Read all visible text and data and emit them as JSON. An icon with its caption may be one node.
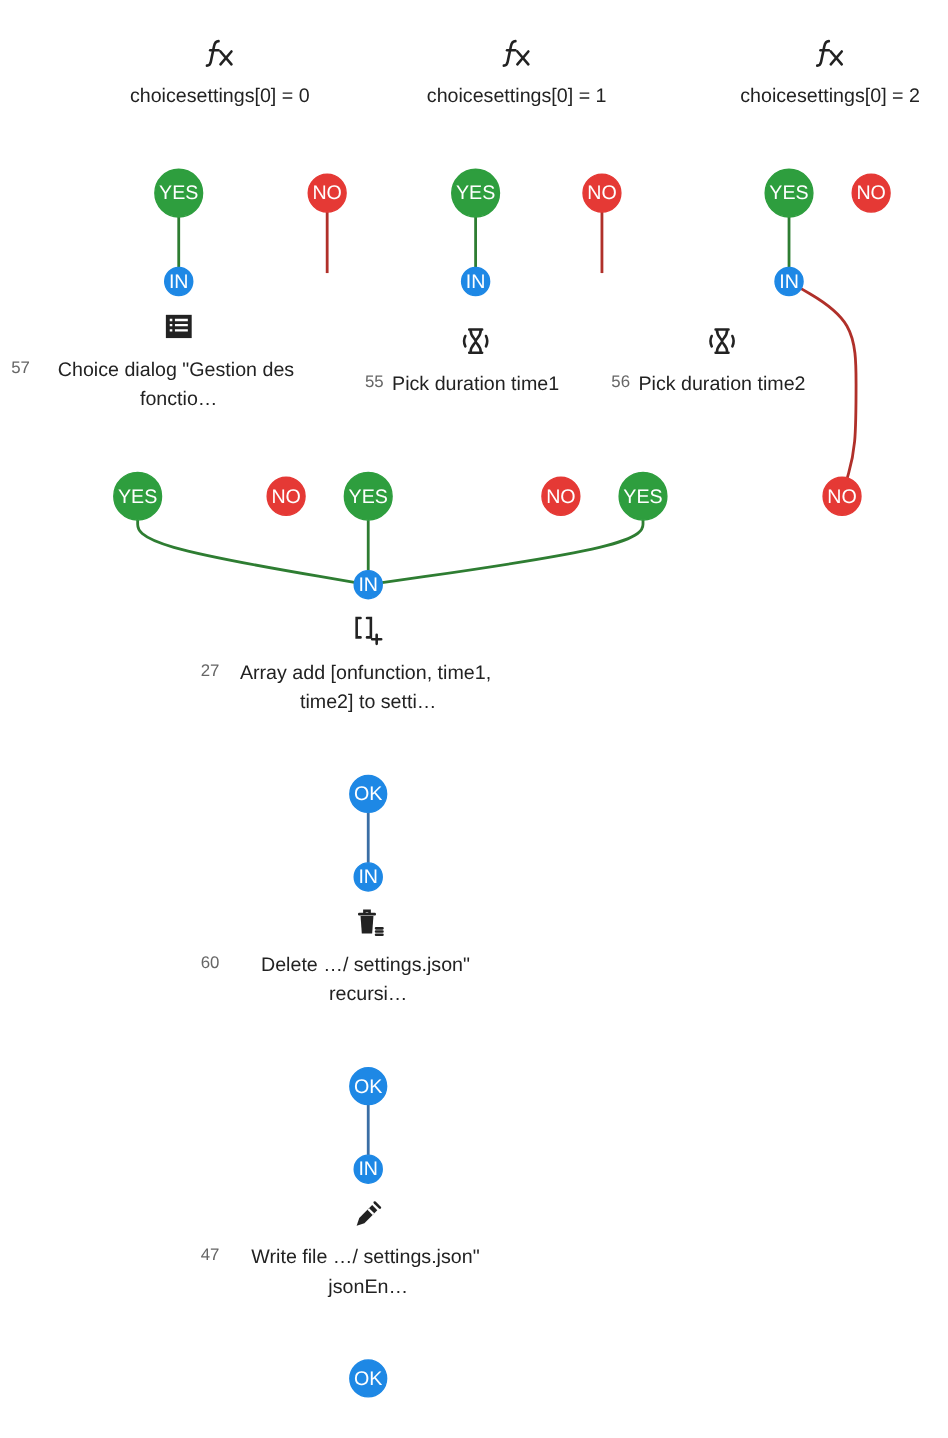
{
  "diagram": {
    "nodes": [
      {
        "text": [
          "choicesettings[0] = 0"
        ]
      },
      {
        "text": [
          "NO"
        ]
      },
      {
        "text": [
          "choicesettings[0] = 1"
        ]
      },
      {
        "text": [
          "NO"
        ]
      },
      {
        "text": [
          "choicesettings[0] = 2"
        ]
      },
      {
        "text": [
          "NO"
        ]
      },
      {
        "text": [
          "YES"
        ]
      },
      {
        "text": [
          "YES"
        ]
      },
      {
        "text": [
          "YES"
        ]
      },
      {
        "text": [
          "IN"
        ]
      },
      {
        "text": [
          "IN"
        ]
      },
      {
        "text": [
          "IN"
        ]
      },
      {
        "text": [
          "Choice dialog \"Gestion des fonctio…"
        ],
        "beside": [
          "57"
        ]
      },
      {
        "text": [
          "NO"
        ]
      },
      {
        "text": [
          "Pick duration time1"
        ],
        "beside": [
          "55"
        ]
      },
      {
        "text": [
          "NO"
        ]
      },
      {
        "text": [
          "Pick duration time2"
        ],
        "beside": [
          "56"
        ]
      },
      {
        "text": [
          "NO"
        ]
      },
      {
        "text": [
          "YES"
        ]
      },
      {
        "text": [
          "YES"
        ]
      },
      {
        "text": [
          "YES"
        ]
      },
      {
        "text": [
          "IN"
        ]
      },
      {
        "text": [
          "Array add [onfunction, time1, time2] to setti…"
        ],
        "beside": [
          "27"
        ]
      },
      {
        "text": [
          "OK"
        ]
      },
      {
        "text": [
          "IN"
        ]
      },
      {
        "text": [
          "Delete …/ settings.json\" recursi…"
        ],
        "beside": [
          "60"
        ]
      },
      {
        "text": [
          "OK"
        ]
      },
      {
        "text": [
          "IN"
        ]
      },
      {
        "text": [
          "Write file …/ settings.json\" jsonEn…"
        ],
        "beside": [
          "47"
        ]
      },
      {
        "text": [
          "OK"
        ]
      }
    ],
    "edges": [
      {
        "from": 1,
        "to": null,
        "arrow": "none",
        "color": "#b0302a"
      },
      {
        "from": 3,
        "to": null,
        "arrow": "none",
        "color": "#b0302a"
      },
      {
        "from": 6,
        "to": 9,
        "arrow": "none"
      },
      {
        "from": 7,
        "to": 10,
        "arrow": "none"
      },
      {
        "from": 8,
        "to": 11,
        "arrow": "none"
      },
      {
        "from": 17,
        "to": 11,
        "arrow": "none",
        "color": "#b0302a"
      },
      {
        "from": 18,
        "to": 21,
        "arrow": "none"
      },
      {
        "from": 19,
        "to": 21,
        "arrow": "none"
      },
      {
        "from": 20,
        "to": 21,
        "arrow": "none"
      },
      {
        "from": 23,
        "to": 24,
        "arrow": "none",
        "color": "#3a6ea5"
      },
      {
        "from": 26,
        "to": 27,
        "arrow": "none",
        "color": "#3a6ea5"
      }
    ]
  }
}
